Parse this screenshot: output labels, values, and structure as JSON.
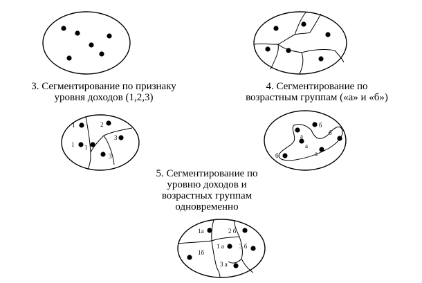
{
  "captions": {
    "c3": [
      "3. Сегментирование по признаку",
      "уровня доходов (1,2,3)"
    ],
    "c4": [
      "4. Сегментирование по",
      "возрастным группам («а» и «б»)"
    ],
    "c5": [
      "5. Сегментирование по",
      "уровню доходов и",
      "возрастных группам",
      "одновременно"
    ]
  },
  "markers": {
    "d3": [
      "1",
      "1",
      "1",
      "2",
      "3",
      "3"
    ],
    "d4": [
      "а",
      "а",
      "б",
      "б",
      "б",
      "а"
    ],
    "d5": [
      "1а",
      "2 б",
      "1 а",
      "3 б",
      "1б",
      "3 а"
    ]
  },
  "colors": {
    "ink": "#000000",
    "paper": "#ffffff"
  }
}
